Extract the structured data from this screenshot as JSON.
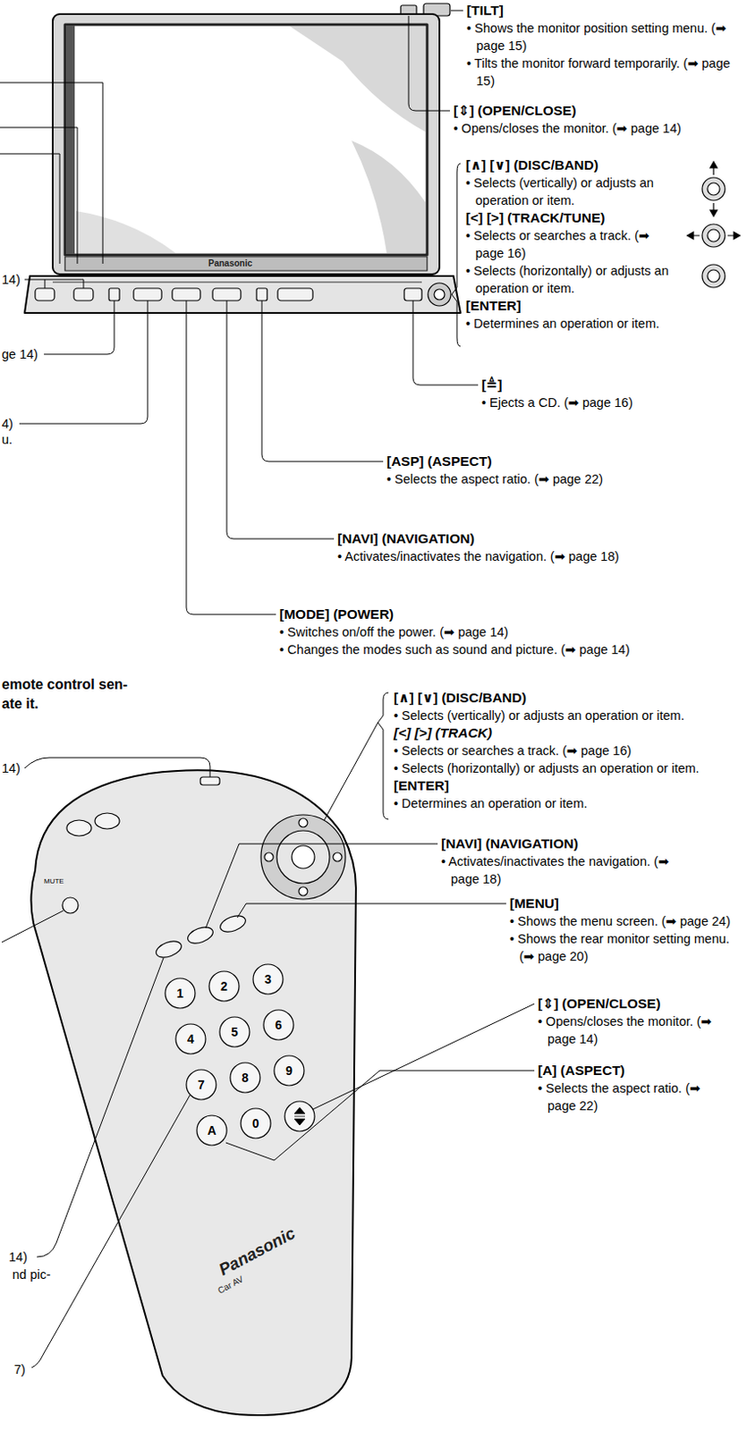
{
  "diagram": {
    "labels": [
      "[TILT]",
      "• Shows the monitor position setting menu. (➡ page 15)",
      "• Tilts the monitor forward temporarily. (➡ page 15)",
      "[⇕] (OPEN/CLOSE)",
      "• Opens/closes the monitor. (➡ page 14)",
      "[∧] [∨] (DISC/BAND)",
      "• Selects (vertically) or adjusts an operation or item.",
      "[<] [>] (TRACK/TUNE)",
      "• Selects or searches a track. (➡ page 16)",
      "• Selects (horizontally) or adjusts an operation or item.",
      "[ENTER]",
      "• Determines an operation or item.",
      "[≜]",
      "• Ejects a CD. (➡ page 16)",
      "[ASP] (ASPECT)",
      "• Selects the aspect ratio. (➡ page 22)",
      "[NAVI] (NAVIGATION)",
      "• Activates/inactivates the navigation. (➡ page 18)",
      "[MODE] (POWER)",
      "• Switches on/off the power. (➡ page 14)",
      "• Changes the modes such as sound and picture. (➡ page 14)",
      "14)",
      "ge 14)",
      "4)",
      "u.",
      "Panasonic",
      "emote control sen-",
      "ate it.",
      "14)",
      "[∧] [∨] (DISC/BAND)",
      "• Selects (vertically) or adjusts an operation or item.",
      "[<] [>] (TRACK)",
      "• Selects or searches a track. (➡ page 16)",
      "• Selects (horizontally) or adjusts an operation or item.",
      "[ENTER]",
      "• Determines an operation or item.",
      "MUTE",
      "[NAVI] (NAVIGATION)",
      "• Activates/inactivates the navigation. (➡ page 18)",
      "[MENU]",
      "• Shows the menu screen. (➡ page 24)",
      "• Shows the rear monitor setting menu. (➡ page 20)",
      "1",
      "2",
      "3",
      "4",
      "5",
      "6",
      "7",
      "8",
      "9",
      "A",
      "0",
      "[⇕] (OPEN/CLOSE)",
      "• Opens/closes the monitor. (➡ page 14)",
      "[A] (ASPECT)",
      "• Selects the aspect ratio. (➡ page 22)",
      "14)",
      "nd pic-",
      "7)",
      "Panasonic",
      "Car AV"
    ]
  }
}
